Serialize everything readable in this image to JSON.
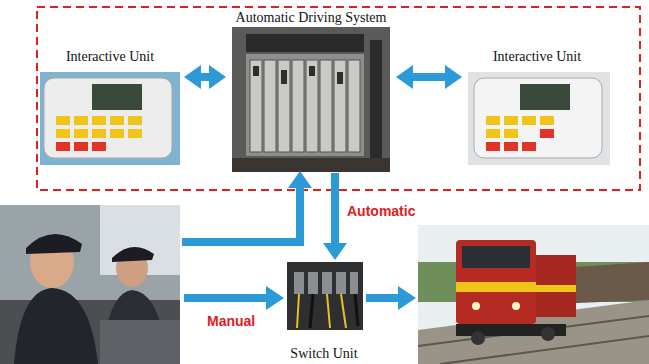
{
  "diagram": {
    "nodes": [
      {
        "text": [
          "Automatic Driving System"
        ]
      },
      {
        "text": [
          "Interactive Unit"
        ]
      },
      {
        "text": [
          "Interactive Unit"
        ]
      },
      {
        "text": [
          "Switch Unit"
        ]
      }
    ],
    "edges": [
      {
        "from": 1,
        "to": 0,
        "arrow": "both"
      },
      {
        "from": 0,
        "to": 2,
        "arrow": "both"
      },
      {
        "from": 0,
        "to": 3,
        "label": "Automatic",
        "arrow": "to"
      }
    ],
    "labels": [
      "Manual"
    ]
  }
}
